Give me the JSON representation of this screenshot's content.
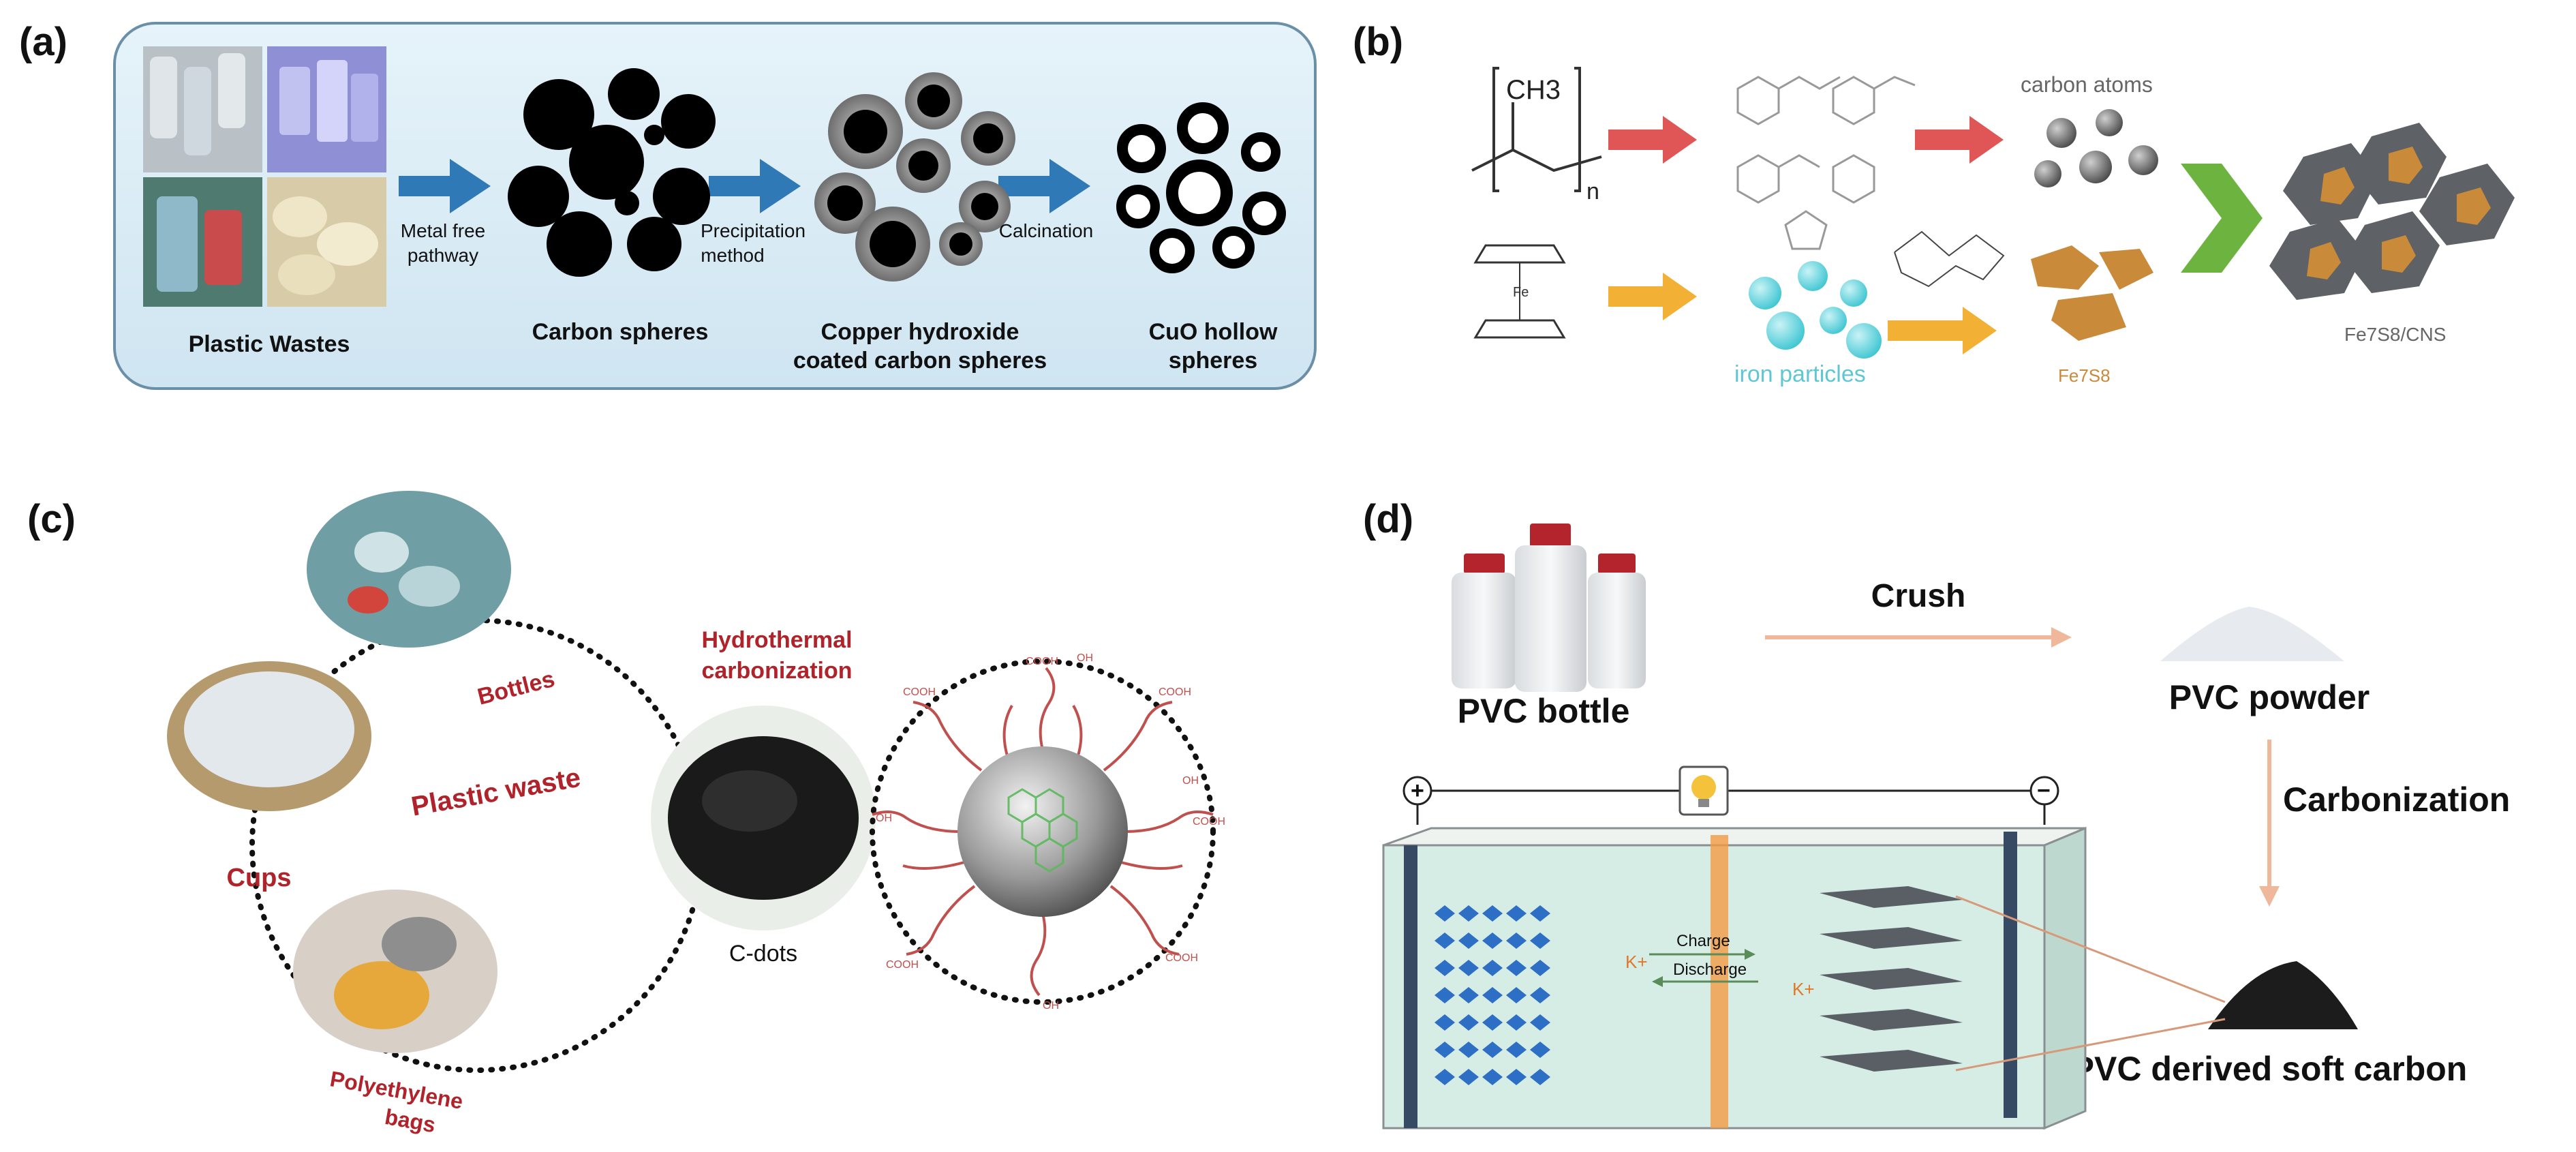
{
  "panels": {
    "a": {
      "label": "(a)",
      "captions": {
        "plastic_wastes": "Plastic Wastes",
        "carbon_spheres": "Carbon spheres",
        "cu_hydroxide_1": "Copper hydroxide",
        "cu_hydroxide_2": "coated carbon spheres",
        "cuo_1": "CuO hollow",
        "cuo_2": "spheres"
      },
      "steps": {
        "metal_free_1": "Metal free",
        "metal_free_2": "pathway",
        "precipitation_1": "Precipitation",
        "precipitation_2": "method",
        "calcination": "Calcination"
      },
      "colors": {
        "bg": "#d9ecf5",
        "border": "#6a8fa6",
        "arrow": "#2f79b7"
      }
    },
    "b": {
      "label": "(b)",
      "polymer_group": "CH3",
      "polymer_subscript": "n",
      "ferrocene_atom": "Fe",
      "carbon_atoms": "carbon atoms",
      "iron_particles": "iron particles",
      "fe7s8": "Fe7S8",
      "product": "Fe7S8/CNS",
      "colors": {
        "red_arrow": "#e05555",
        "orange_arrow": "#f2b134",
        "green_arrow": "#6db33f",
        "iron": "#5fd3dc",
        "fes": "#c98a3a",
        "carbon": "#666666"
      }
    },
    "c": {
      "label": "(c)",
      "bottles": "Bottles",
      "plastic_waste": "Plastic waste",
      "cups": "Cups",
      "bags_1": "Polyethylene",
      "bags_2": "bags",
      "hydro_1": "Hydrothermal",
      "hydro_2": "carbonization",
      "cdots": "C-dots",
      "groups": {
        "cooh": "COOH",
        "oh": "OH"
      },
      "colors": {
        "text": "#b0232a",
        "chain": "#c0504d"
      }
    },
    "d": {
      "label": "(d)",
      "pvc_bottle": "PVC bottle",
      "crush": "Crush",
      "pvc_powder": "PVC powder",
      "carbonization": "Carbonization",
      "soft_carbon": "PVC derived soft carbon",
      "cell": {
        "plus": "+",
        "minus": "−",
        "ion": "K+",
        "charge": "Charge",
        "discharge": "Discharge"
      },
      "colors": {
        "arrow": "#f0b89a",
        "cell_fill": "#d6ede6",
        "separator": "#f39a42",
        "crystal": "#2d6fc4"
      }
    }
  }
}
